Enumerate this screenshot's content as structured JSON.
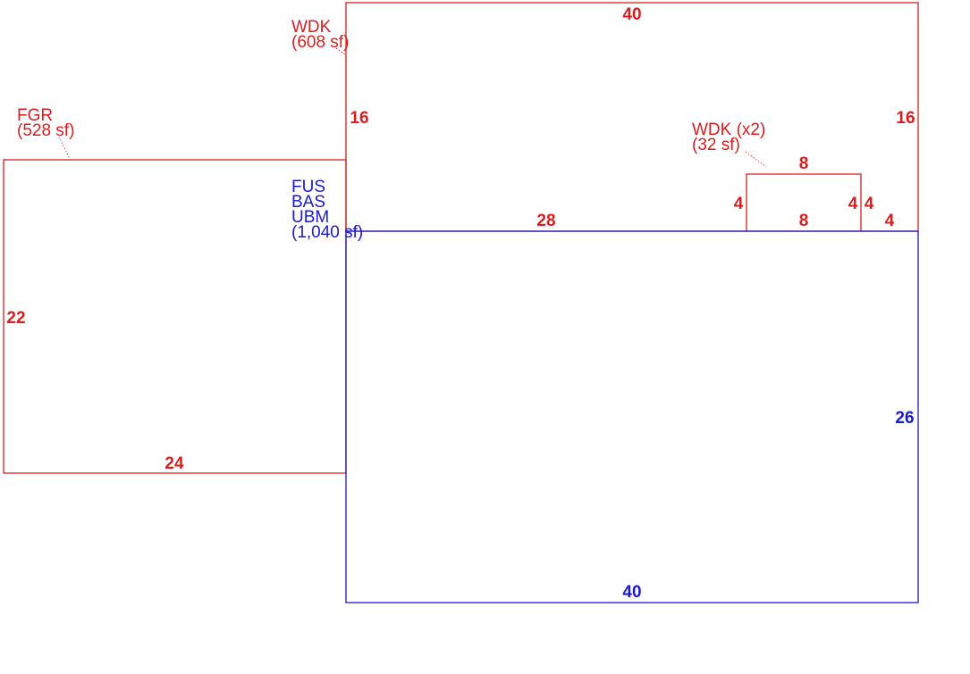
{
  "colors": {
    "red": "#d81e1e",
    "blue": "#1a1acc",
    "leader": "#d81e1e"
  },
  "areas": {
    "wdk_main": {
      "line1": "WDK",
      "line2": "(608 sf)"
    },
    "fgr": {
      "line1": "FGR",
      "line2": "(528 sf)"
    },
    "wdk_small": {
      "line1": "WDK (x2)",
      "line2": "(32 sf)"
    },
    "house": {
      "line1": "FUS",
      "line2": "BAS",
      "line3": "UBM",
      "line4": "(1,040 sf)"
    }
  },
  "dimensions": {
    "wdk_top": "40",
    "wdk_left": "16",
    "wdk_right": "16",
    "wdk_bottom": "28",
    "wdk_bottom_right": "4",
    "small_top": "8",
    "small_bottom": "8",
    "small_left": "4",
    "small_right_inner": "4",
    "small_right_outer": "4",
    "fgr_left": "22",
    "fgr_bottom": "24",
    "house_right": "26",
    "house_bottom": "40"
  }
}
